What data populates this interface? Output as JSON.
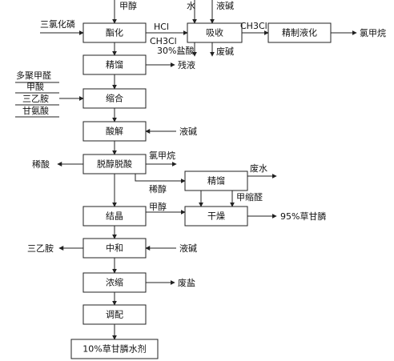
{
  "diagram": {
    "nodes": {
      "esterify": "酯化",
      "absorb": "吸收",
      "refine_liquefy": "精制液化",
      "distill1": "精馏",
      "condense": "缩合",
      "acidolysis": "酸解",
      "dealcohol_deacid": "脱醇脱酸",
      "distill2": "精馏",
      "crystallize": "结晶",
      "dry": "干燥",
      "neutralize": "中和",
      "concentrate": "浓缩",
      "blend": "调配",
      "product": "10%草甘膦水剂"
    },
    "labels": {
      "methanol_top": "甲醇",
      "pcl3": "三氯化磷",
      "hcl": "HCl",
      "ch3cl_a": "CH3Cl",
      "water": "水",
      "lye_top": "液碱",
      "ch3cl_b": "CH3Cl",
      "chloromethane_out": "氯甲烷",
      "hcl30": "30%盐酸",
      "waste_lye": "废碱",
      "residue": "残液",
      "paraformaldehyde": "多聚甲醛",
      "formic": "甲酸",
      "tea_in": "三乙胺",
      "glycine": "甘氨酸",
      "lye_acidolysis": "液碱",
      "dilute_acid": "稀酸",
      "chloromethane2": "氯甲烷",
      "dilute_alcohol": "稀醇",
      "waste_water": "废水",
      "methylal": "甲缩醛",
      "methanol_cryst": "甲醇",
      "glyphosate95": "95%草甘膦",
      "tea_out": "三乙胺",
      "lye_neutralize": "液碱",
      "waste_salt": "废盐"
    }
  }
}
